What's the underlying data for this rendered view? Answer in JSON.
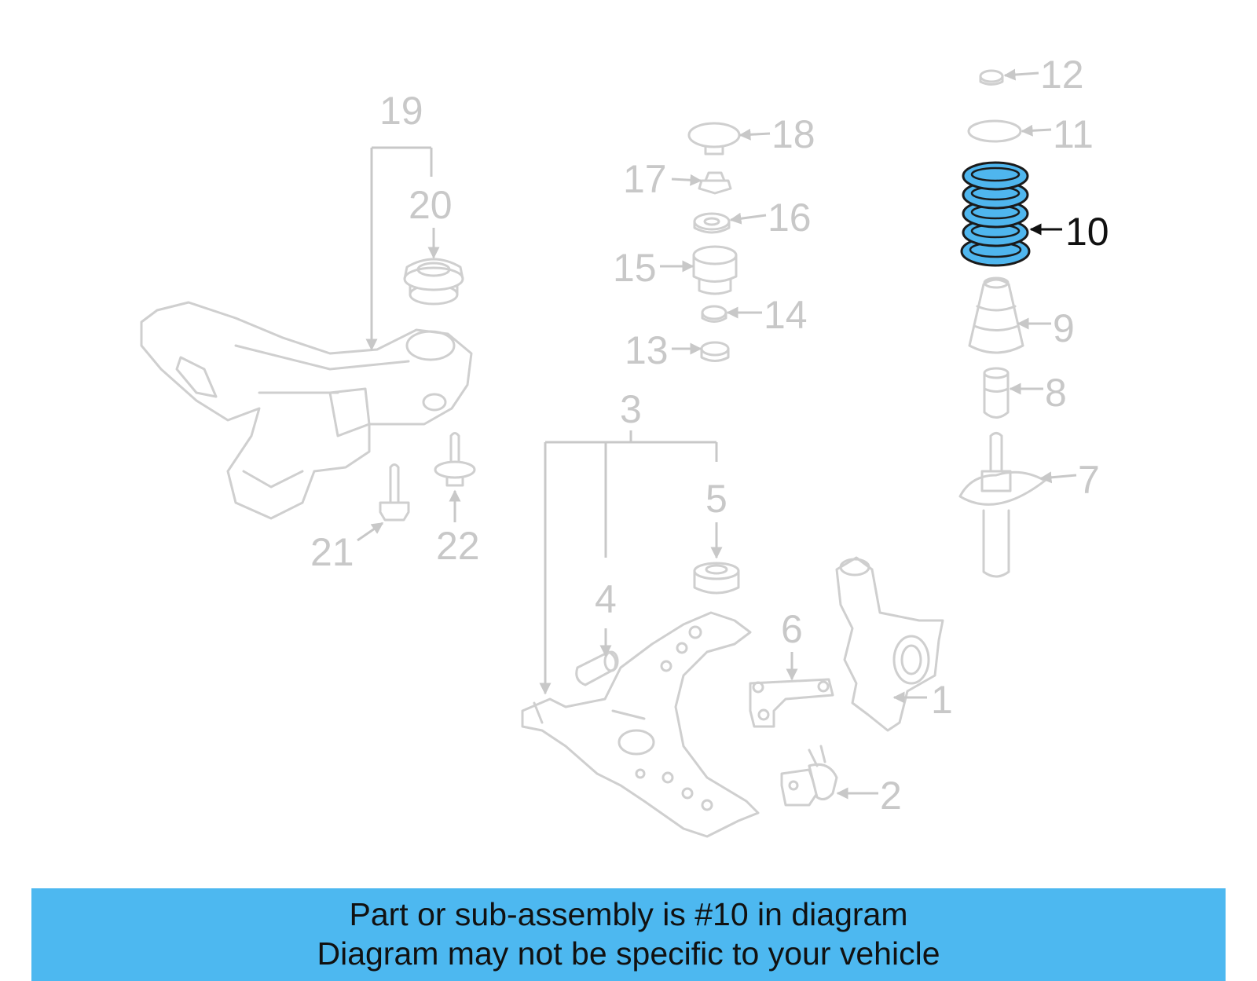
{
  "diagram": {
    "highlight_color": "#4db8f0",
    "highlighted_part": "10",
    "callouts": [
      "1",
      "2",
      "3",
      "4",
      "5",
      "6",
      "7",
      "8",
      "9",
      "10",
      "11",
      "12",
      "13",
      "14",
      "15",
      "16",
      "17",
      "18",
      "19",
      "20",
      "21",
      "22"
    ]
  },
  "banner": {
    "line1": "Part or sub-assembly is #10 in diagram",
    "line2": "Diagram may not be specific to your vehicle",
    "background": "#4db8f0"
  }
}
